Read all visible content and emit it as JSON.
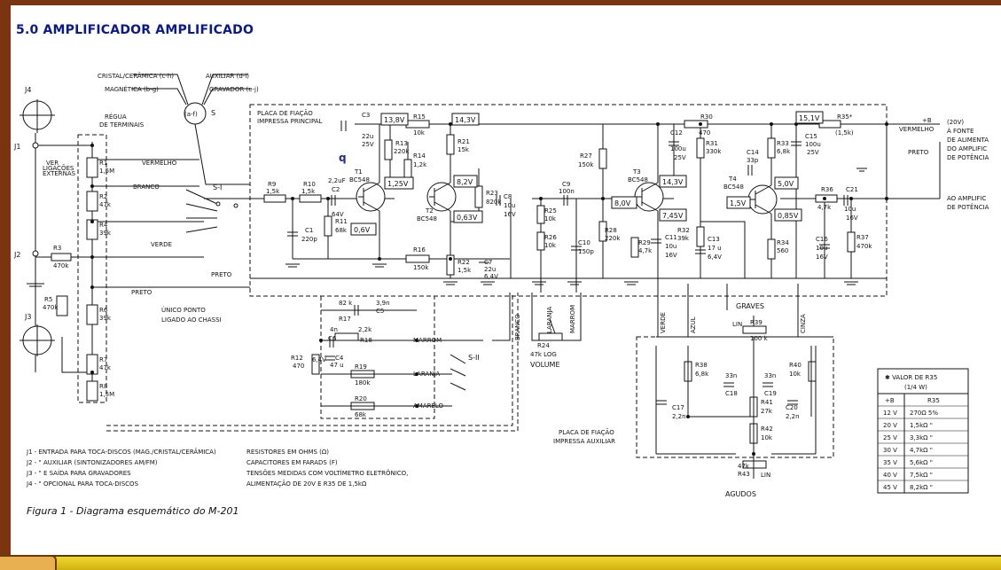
{
  "page": {
    "title": "5.0 AMPLIFICADOR AMPLIFICADO"
  },
  "annot": {
    "q": "q"
  },
  "selector": {
    "cristal": "CRISTAL/CERÂMICA (c-h)",
    "magnetica": "MAGNÉTICA (b-g)",
    "auxiliar": "AUXILIAR (d-i)",
    "gravador": "GRAVADOR (e-j)",
    "center": "(a-f)",
    "s": "S"
  },
  "labels": {
    "regua": "RÉGUA",
    "terminais": "DE TERMINAIS",
    "placa1": "PLACA DE FIAÇÃO",
    "placa2": "IMPRESSA PRINCIPAL",
    "ver1": "VER",
    "ver2": "LIGAÇÕES",
    "ver3": "EXTERNAS",
    "vermelho": "VERMELHO",
    "branco": "BRANCO",
    "verde": "VERDE",
    "preto": "PRETO",
    "unico1": "ÚNICO PONTO",
    "unico2": "LIGADO AO CHASSI",
    "si": "S-I",
    "sii": "S-II",
    "marrom": "MARROM",
    "laranja": "LARANJA",
    "amarelo": "AMARELO",
    "volume": "VOLUME",
    "r24": "R24",
    "r24v": "47k LOG",
    "graves": "GRAVES",
    "agudos": "AGUDOS",
    "lin": "LIN",
    "aux1": "PLACA DE FIAÇÃO",
    "aux2": "IMPRESSA AUXILIAR",
    "plus8": "+B",
    "vermelho_out": "VERMELHO",
    "preto_out": "PRETO",
    "fonte1": "(20V)",
    "fonte2": "À FONTE",
    "fonte3": "DE ALIMENTA",
    "fonte4": "DO AMPLIFIC",
    "fonte5": "DE POTÊNCIA",
    "amp1": "AO AMPLIFIC",
    "amp2": "DE POTÊNCIA",
    "w_branco": "BRANCO",
    "w_laranja": "LARANJA",
    "w_marrom": "MARROM",
    "w_verde": "VERDE",
    "w_azul": "AZUL",
    "w_cinza": "CINZA"
  },
  "voltages": {
    "v138": "13,8V",
    "v143a": "14,3V",
    "v125": "1,25V",
    "v82": "8,2V",
    "v063": "0,63V",
    "v06": "0,6V",
    "v80": "8,0V",
    "v143b": "14,3V",
    "v745": "7,45V",
    "v151": "15,1V",
    "v50": "5,0V",
    "v15": "1,5V",
    "v085": "0,85V"
  },
  "parts": {
    "j1": "J1",
    "j2": "J2",
    "j3": "J3",
    "j4": "J4",
    "t1": "T1",
    "t1t": "BC548",
    "t2": "T2",
    "t2t": "BC548",
    "t3": "T3",
    "t3t": "BC548",
    "t4": "T4",
    "t4t": "BC548",
    "r1": "R1",
    "r1v": "1,5M",
    "r2": "R2",
    "r2v": "47k",
    "r3": "R3",
    "r3v": "470k",
    "r4": "R4",
    "r4v": "39k",
    "r5": "R5",
    "r5v": "470k",
    "r6": "R6",
    "r6v": "39k",
    "r7": "R7",
    "r7v": "47k",
    "r8": "R8",
    "r8v": "1,5M",
    "r9": "R9",
    "r9v": "1,5k",
    "r10": "R10",
    "r10v": "1,5k",
    "r11": "R11",
    "r11v": "68k",
    "r12": "R12",
    "r12v": "470",
    "r13": "R13",
    "r13v": "220k",
    "r14": "R14",
    "r14v": "1,2k",
    "r15": "R15",
    "r15v": "10k",
    "r16": "R16",
    "r16v": "150k",
    "r17": "R17",
    "r17v": "82 k",
    "r18": "R18",
    "r18v": "2,2k",
    "r19": "R19",
    "r19v": "180k",
    "r20": "R20",
    "r20v": "68k",
    "r21": "R21",
    "r21v": "15k",
    "r22": "R22",
    "r22v": "1,5k",
    "r23": "R23",
    "r23v": "820k",
    "r25": "R25",
    "r25v": "10k",
    "r26": "R26",
    "r26v": "10k",
    "r27": "R27",
    "r27v": "150k",
    "r28": "R28",
    "r28v": "220k",
    "r29": "R29",
    "r29v": "4,7k",
    "r30": "R30",
    "r30v": "470",
    "r31": "R31",
    "r31v": "330k",
    "r32": "R32",
    "r32v": "39k",
    "r33": "R33",
    "r33v": "6,8k",
    "r34": "R34",
    "r34v": "560",
    "r35": "R35*",
    "r35v": "(1,5k)",
    "r36": "R36",
    "r36v": "4,7k",
    "r37": "R37",
    "r37v": "470k",
    "r38": "R38",
    "r38v": "6,8k",
    "r39": "R39",
    "r39v": "100 k",
    "r40": "R40",
    "r40v": "10k",
    "r41": "R41",
    "r41v": "27k",
    "r42": "R42",
    "r42v": "10k",
    "r43": "R43",
    "r43v": "47k",
    "c1": "C1",
    "c1v": "220p",
    "c2": "C2",
    "c2v": "2,2uF",
    "c2w": "64V",
    "c3": "C3",
    "c3v": "22u",
    "c3w": "25V",
    "c4": "C4",
    "c4v": "47 u",
    "c4w": "6,4V",
    "c5": "C5",
    "c5v": "3,9n",
    "c6": "C6",
    "c6v": "4n",
    "c7": "C7",
    "c7v": "22u",
    "c7w": "6,4V",
    "c8": "C8",
    "c8v": "10u",
    "c8w": "16V",
    "c9": "C9",
    "c9v": "100n",
    "c10": "C10",
    "c10v": "150p",
    "c11": "C11",
    "c11v": "10u",
    "c11w": "16V",
    "c12": "C12",
    "c12v": "100u",
    "c12w": "25V",
    "c13": "C13",
    "c13v": "17 u",
    "c13w": "6,4V",
    "c14": "C14",
    "c14v": "33p",
    "c15": "C15",
    "c15v": "100u",
    "c15w": "25V",
    "c16": "C16",
    "c16v": "10u",
    "c16w": "16V",
    "c17": "C17",
    "c17v": "2,2n",
    "c18": "C18",
    "c18v": "33n",
    "c19": "C19",
    "c19v": "33n",
    "c20": "C20",
    "c20v": "2,2n",
    "c21": "C21",
    "c21v": "10u",
    "c21w": "16V"
  },
  "r35_table": {
    "title": "✱ VALOR DE R35",
    "subtitle": "(1/4 W)",
    "head": [
      "+B",
      "R35"
    ],
    "rows": [
      [
        "12 V",
        "270Ω  5%"
      ],
      [
        "20 V",
        "1,5kΩ  \""
      ],
      [
        "25 V",
        "3,3kΩ  \""
      ],
      [
        "30 V",
        "4,7kΩ  \""
      ],
      [
        "35 V",
        "5,6kΩ  \""
      ],
      [
        "40 V",
        "7,5kΩ  \""
      ],
      [
        "45 V",
        "8,2kΩ  \""
      ]
    ]
  },
  "legend": {
    "j1": "J1 - ENTRADA PARA TOCA-DISCOS (MAG./CRISTAL/CERÂMICA)",
    "j2": "J2 -     \"     AUXILIAR (SINTONIZADORES AM/FM)",
    "j3": "J3 -     \"     E SAÍDA PARA GRAVADORES",
    "j4": "J4 -     \"     OPCIONAL PARA TOCA-DISCOS",
    "n1": "RESISTORES EM OHMS (Ω)",
    "n2": "CAPACITORES EM FARADS (F)",
    "n3": "TENSÕES MEDIDAS COM VOLTÍMETRO ELETRÔNICO,",
    "n4": "ALIMENTAÇÃO DE 20V E R35 DE 1,5kΩ"
  },
  "caption": "Figura 1 - Diagrama esquemático do M-201"
}
